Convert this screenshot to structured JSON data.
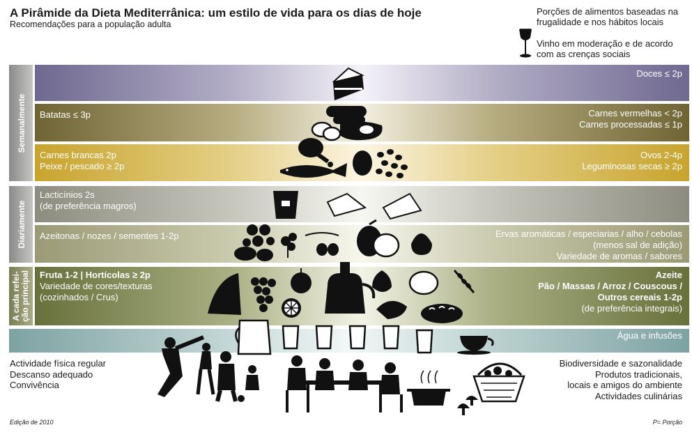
{
  "header": {
    "title": "A Pirâmide da Dieta Mediterrânica: um estilo de vida para os dias de hoje",
    "subtitle": "Recomendações para a população adulta"
  },
  "legend": {
    "portions_line1": "Porções de alimentos baseadas na",
    "portions_line2": "frugalidade e nos hábitos locais",
    "wine_line1": "Vinho em moderação e de acordo",
    "wine_line2": "com as crenças sociais",
    "wine_icon": "wine-glass-icon"
  },
  "sections": {
    "weekly": "Semanalmente",
    "daily": "Diariamente",
    "meal_line1": "A cada refei-",
    "meal_line2": "ção principal"
  },
  "bands": {
    "sweets": {
      "right": "Doces ≤ 2p"
    },
    "meat": {
      "left": "Batatas ≤ 3p",
      "right1": "Carnes vermelhas < 2p",
      "right2": "Carnes processadas ≤ 1p"
    },
    "protein": {
      "left1": "Carnes brancas 2p",
      "left2": "Peixe / pescado ≥ 2p",
      "right1": "Ovos 2-4p",
      "right2": "Leguminosas secas ≥ 2p"
    },
    "dairy": {
      "left1": "Lacticínios 2s",
      "left2": "(de preferência magros)"
    },
    "nuts": {
      "left": "Azeitonas / nozes / sementes 1-2p",
      "right1": "Ervas aromáticas / especiarias / alho / cebolas",
      "right2": "(menos sal de adição)",
      "right3": "Variedade de aromas / sabores"
    },
    "meal": {
      "left1": "Fruta 1-2 | Hortícolas ≥ 2p",
      "left2": "Variedade de cores/texturas",
      "left3": "(cozinhados / Crus)",
      "right1": "Azeite",
      "right2": "Pão / Massas / Arroz / Couscous /",
      "right3": "Outros cereais 1-2p",
      "right4": "(de preferência integrais)"
    },
    "water": {
      "right": "Água e infusões"
    }
  },
  "bottom": {
    "left1": "Actividade física regular",
    "left2": "Descanso adequado",
    "left3": "Convivência",
    "right1": "Biodiversidade e sazonalidade",
    "right2": "Produtos tradicionais,",
    "right3": "locais e amigos do ambiente",
    "right4": "Actividades culinárias"
  },
  "footer": {
    "edition": "Edição de 2010",
    "portion": "P= Porção"
  },
  "colors": {
    "sweets": "#6f6890",
    "meat": "#6f6434",
    "protein": "#c8a42e",
    "dairy": "#8c8c80",
    "nuts": "#9a9a76",
    "meal": "#68703c",
    "water": "#7ea2a2"
  }
}
